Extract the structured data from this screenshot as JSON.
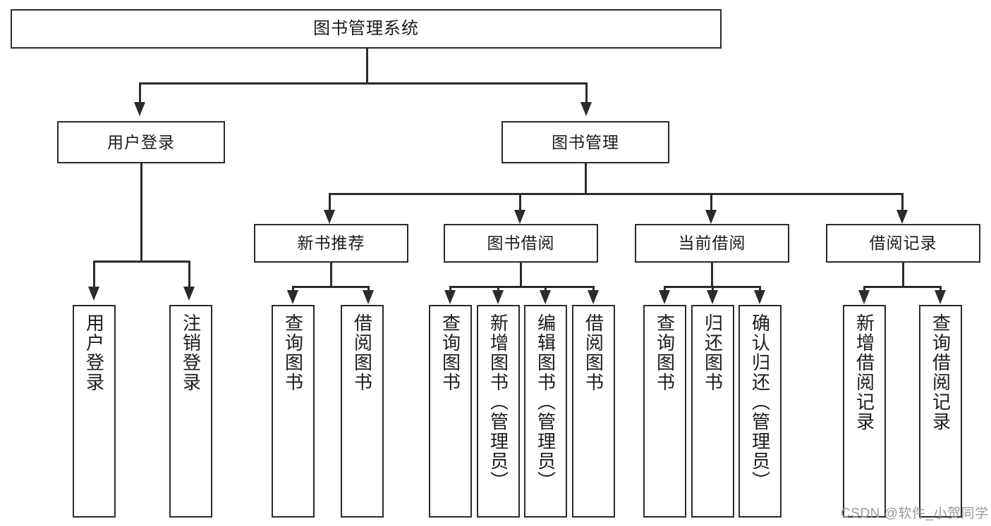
{
  "diagram": {
    "title": "图书管理系统",
    "root": {
      "label": "图书管理系统"
    },
    "level1": [
      {
        "label": "用户登录"
      },
      {
        "label": "图书管理"
      }
    ],
    "level2": [
      {
        "label": "新书推荐"
      },
      {
        "label": "图书借阅"
      },
      {
        "label": "当前借阅"
      },
      {
        "label": "借阅记录"
      }
    ],
    "leaves": [
      {
        "label": "用户登录"
      },
      {
        "label": "注销登录"
      },
      {
        "label": "查询图书"
      },
      {
        "label": "借阅图书"
      },
      {
        "label": "查询图书"
      },
      {
        "label": "新增图书（管理员）"
      },
      {
        "label": "编辑图书（管理员）"
      },
      {
        "label": "借阅图书"
      },
      {
        "label": "查询图书"
      },
      {
        "label": "归还图书"
      },
      {
        "label": "确认归还（管理员）"
      },
      {
        "label": "新增借阅记录"
      },
      {
        "label": "查询借阅记录"
      }
    ]
  },
  "watermark": {
    "text": "CSDN @软件_小贺同学"
  },
  "colors": {
    "stroke": "#2b2b2b",
    "background": "#ffffff",
    "text": "#1b1b1b",
    "watermark": "#9a9a9a"
  }
}
